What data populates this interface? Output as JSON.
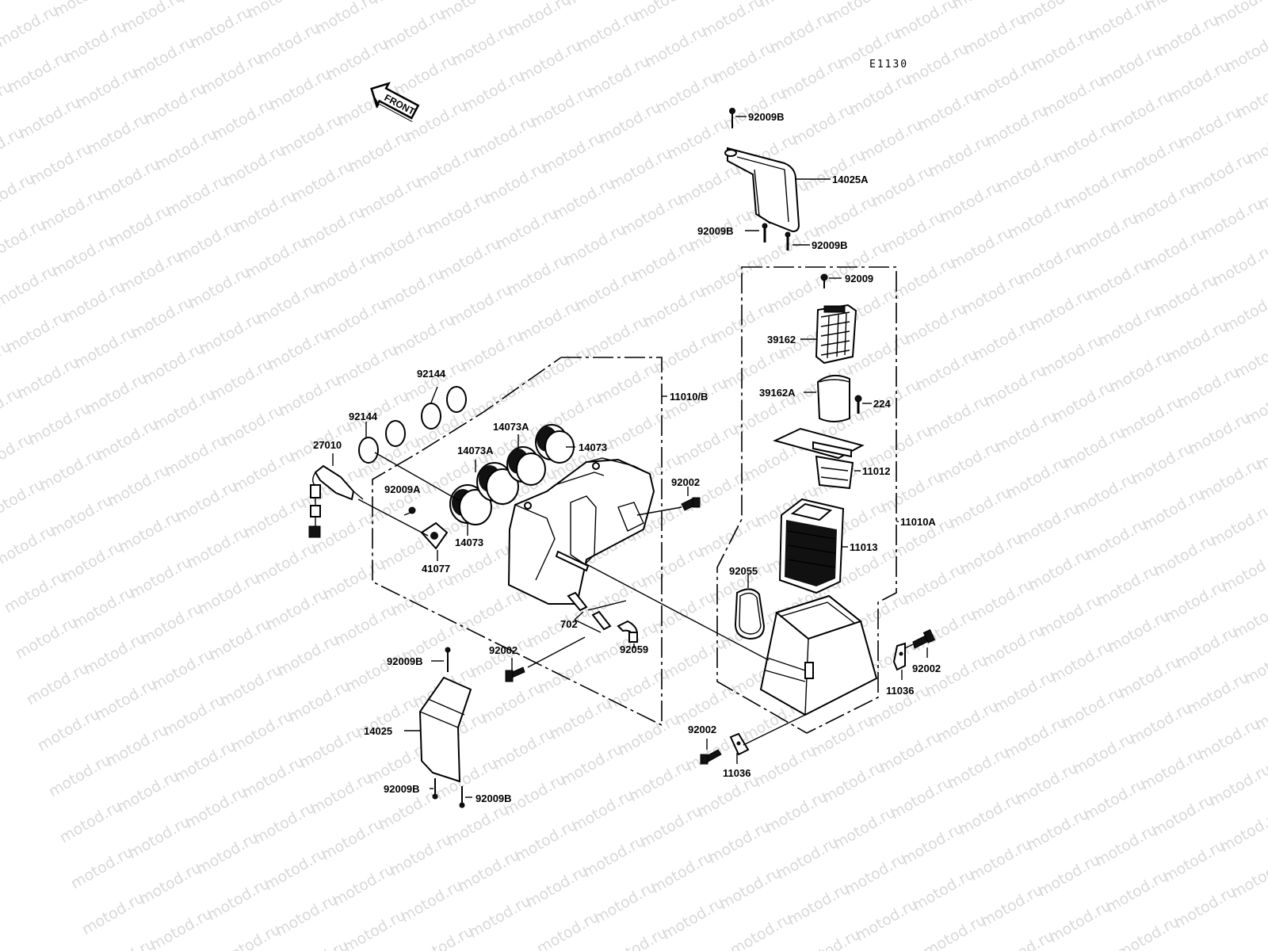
{
  "diagram": {
    "code": "E1130",
    "watermark": "motod.ru",
    "front_label": "FRONT"
  },
  "parts": {
    "p92009B_top": "92009B",
    "p14025A": "14025A",
    "p92009B_left": "92009B",
    "p92009B_right": "92009B",
    "p92009": "92009",
    "p39162": "39162",
    "p39162A": "39162A",
    "p224": "224",
    "p11012": "11012",
    "p11010A": "11010A",
    "p11013": "11013",
    "p92055": "92055",
    "p92002_right": "92002",
    "p11036_right": "11036",
    "p92002_bottom": "92002",
    "p11036_bottom": "11036",
    "p92144_top": "92144",
    "p92144_left": "92144",
    "p11010B": "11010/B",
    "p14073A_upper": "14073A",
    "p14073A_lower": "14073A",
    "p14073_right": "14073",
    "p27010": "27010",
    "p92009A": "92009A",
    "p92002_mid": "92002",
    "p14073_lower": "14073",
    "p41077": "41077",
    "p702": "702",
    "p92059": "92059",
    "p92002_left": "92002",
    "p92009B_lower": "92009B",
    "p14025": "14025",
    "p92009B_bot1": "92009B",
    "p92009B_bot2": "92009B"
  }
}
